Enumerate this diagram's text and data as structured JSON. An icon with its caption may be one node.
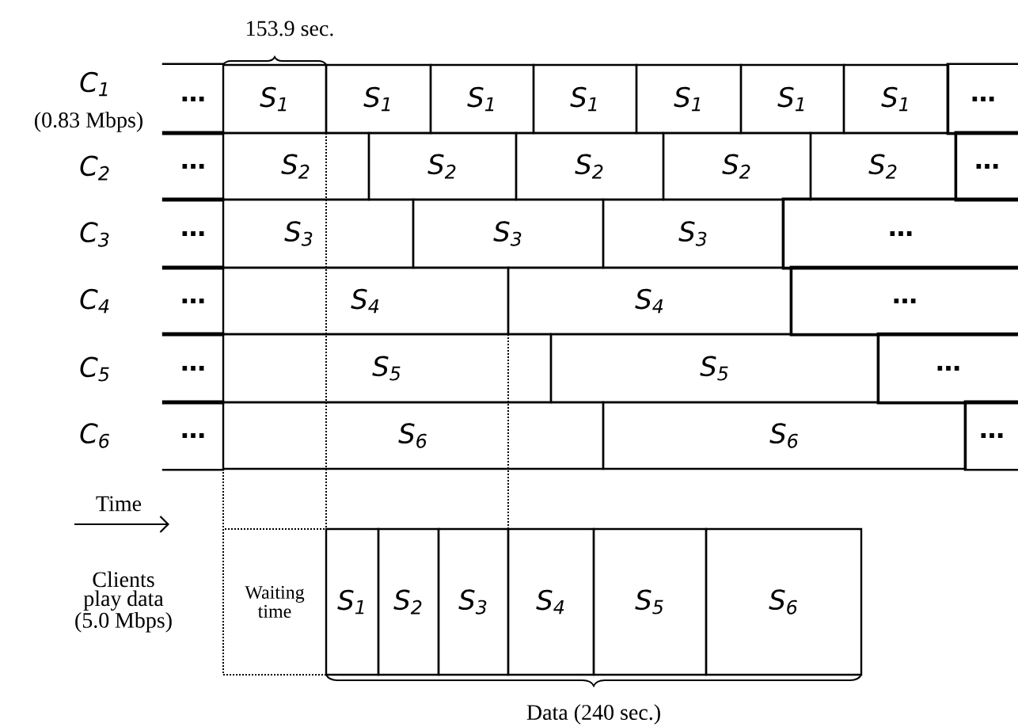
{
  "diagram": {
    "nodes": [
      {
        "text": [
          "…"
        ]
      },
      {
        "text": [
          "S$_{1}$"
        ]
      },
      {
        "text": [
          "S$_{1}$"
        ]
      },
      {
        "text": [
          "S$_{1}$"
        ]
      },
      {
        "text": [
          "S$_{1}$"
        ]
      },
      {
        "text": [
          "S$_{1}$"
        ]
      },
      {
        "text": [
          "S$_{1}$"
        ]
      },
      {
        "text": [
          "S$_{1}$"
        ]
      },
      {
        "text": [
          "…"
        ]
      },
      {
        "text": [
          "…"
        ]
      },
      {
        "text": [
          "S$_{2}$"
        ]
      },
      {
        "text": [
          "S$_{2}$"
        ]
      },
      {
        "text": [
          "S$_{2}$"
        ]
      },
      {
        "text": [
          "S$_{2}$"
        ]
      },
      {
        "text": [
          "S$_{2}$"
        ]
      },
      {
        "text": [
          "…"
        ]
      },
      {
        "text": [
          "…"
        ]
      },
      {
        "text": [
          "S$_{3}$"
        ]
      },
      {
        "text": [
          "S$_{3}$"
        ]
      },
      {
        "text": [
          "S$_{3}$"
        ]
      },
      {
        "text": [
          "…"
        ]
      },
      {
        "text": [
          "…"
        ]
      },
      {
        "text": [
          "S$_{4}$"
        ]
      },
      {
        "text": [
          "S$_{4}$"
        ]
      },
      {
        "text": [
          "…"
        ]
      },
      {
        "text": [
          "…"
        ]
      },
      {
        "text": [
          "S$_{5}$"
        ]
      },
      {
        "text": [
          "S$_{5}$"
        ]
      },
      {
        "text": [
          "…"
        ]
      },
      {
        "text": [
          "…"
        ]
      },
      {
        "text": [
          "S$_{6}$"
        ]
      },
      {
        "text": [
          "S$_{6}$"
        ]
      },
      {
        "text": [
          "…"
        ]
      },
      {
        "text": [
          "Waiting time"
        ]
      },
      {
        "text": [
          "S$_{1}$"
        ]
      },
      {
        "text": [
          "S$_{2}$"
        ]
      },
      {
        "text": [
          "S$_{3}$"
        ]
      },
      {
        "text": [
          "S$_{4}$"
        ]
      },
      {
        "text": [
          "S$_{5}$"
        ]
      },
      {
        "text": [
          "S$_{6}$"
        ]
      }
    ],
    "labels": [
      "153.9 sec.",
      "C$_{1}$",
      "(0.83 Mbps)",
      "C$_{2}$",
      "C$_{3}$",
      "C$_{4}$",
      "C$_{5}$",
      "C$_{6}$",
      "Time",
      "Clients play data (5.0 Mbps)",
      "Data (240 sec.)"
    ]
  }
}
